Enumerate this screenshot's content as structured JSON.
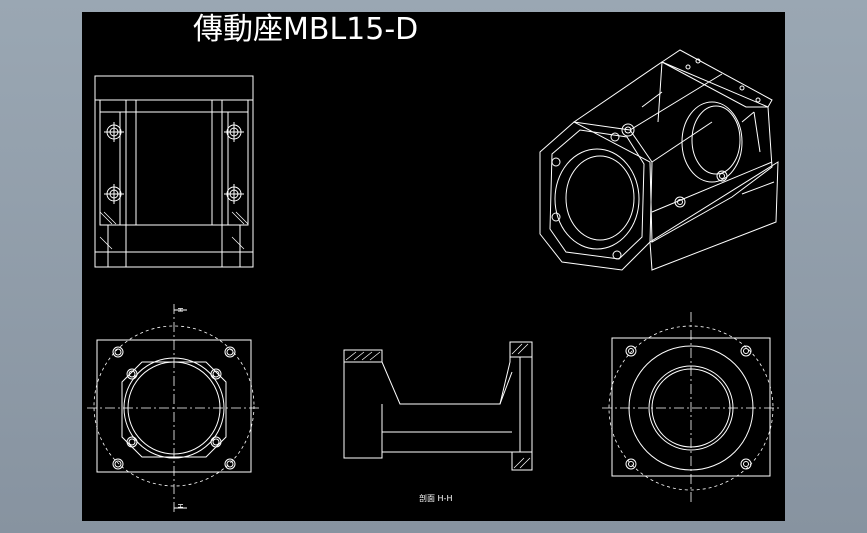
{
  "drawing": {
    "title": "傳動座MBL15-D",
    "section_label": "剖面 H-H",
    "cut_label_top": "H",
    "cut_label_bottom": "H"
  },
  "colors": {
    "background_gray": "#9aa7b3",
    "viewport_black": "#000000",
    "line_white": "#ffffff"
  }
}
